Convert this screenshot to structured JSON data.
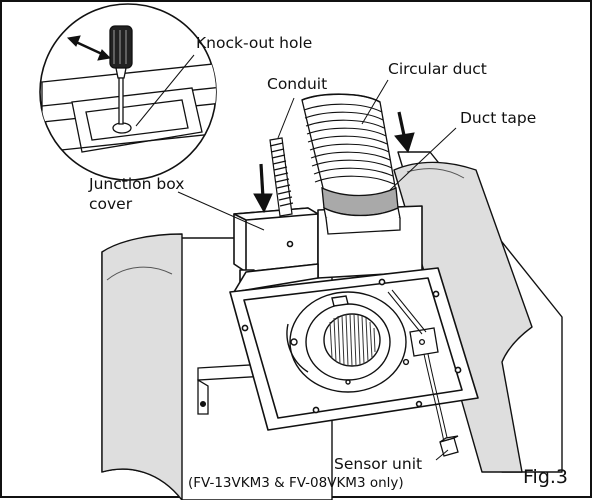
{
  "labels": {
    "knockout_hole": "Knock-out hole",
    "conduit": "Conduit",
    "circular_duct": "Circular duct",
    "duct_tape": "Duct tape",
    "junction_box_cover_line1": "Junction box",
    "junction_box_cover_line2": "cover",
    "sensor_unit": "Sensor unit",
    "sensor_unit_note": "(FV-13VKM3 & FV-08VKM3 only)",
    "figure_number": "Fig.3"
  },
  "colors": {
    "line": "#111111",
    "joist_fill": "#dedede",
    "duct_tape_fill": "#a9a9a9",
    "background": "#ffffff"
  },
  "icons": [
    "screwdriver-icon",
    "double-arrow-icon",
    "down-arrow-icon"
  ]
}
